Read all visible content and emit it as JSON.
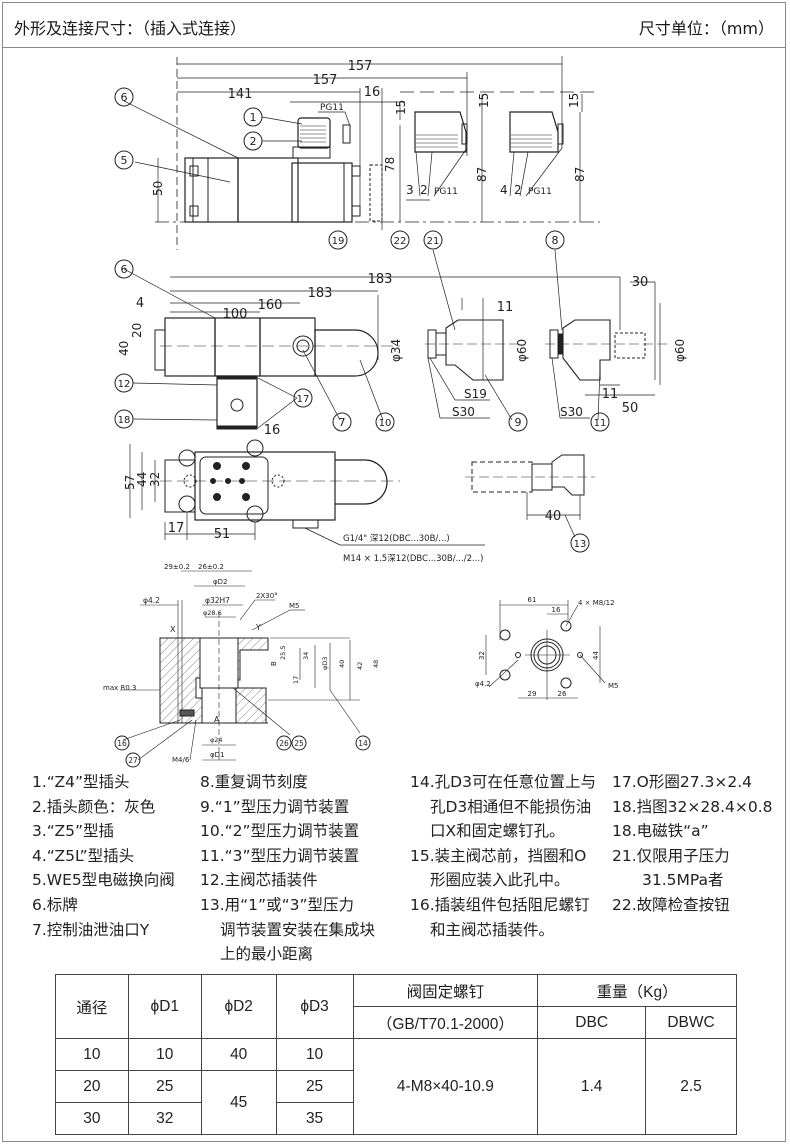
{
  "header": {
    "title": "外形及连接尺寸：（插入式连接）",
    "unit": "尺寸单位：（mm）"
  },
  "drawing": {
    "top_view": {
      "dims": [
        "157",
        "157",
        "141",
        "16",
        "15",
        "15",
        "15",
        "50",
        "78",
        "87",
        "87"
      ],
      "thread": "PG11",
      "callouts": [
        "1",
        "2",
        "5",
        "6",
        "19",
        "22",
        "21",
        "8"
      ],
      "connector_labels": [
        "3",
        "2",
        "PG11",
        "4",
        "2",
        "PG11"
      ]
    },
    "side_view": {
      "dims": [
        "183",
        "183",
        "160",
        "100",
        "4",
        "20",
        "40",
        "φ34",
        "11",
        "φ60",
        "30",
        "φ60",
        "11",
        "50",
        "16",
        "S19",
        "S30",
        "S30"
      ],
      "callouts": [
        "6",
        "12",
        "18",
        "17",
        "7",
        "10",
        "9",
        "11"
      ]
    },
    "plan_view": {
      "dims": [
        "57",
        "44",
        "32",
        "17",
        "51",
        "40"
      ],
      "port_note_1": "G1/4\" 深12(DBC...30B/...)",
      "port_note_2": "M14 × 1.5深12(DBC...30B/.../2...)",
      "callouts": [
        "13"
      ]
    },
    "section_view": {
      "dims": [
        "29±0.2",
        "26±0.2",
        "φD2",
        "φ4.2",
        "φ32H7",
        "φ28.6",
        "2X30°",
        "M5",
        "25.5",
        "34",
        "φD3",
        "40",
        "42",
        "48",
        "17",
        "max R0.3",
        "φ24",
        "φD1",
        "M4/6",
        "X",
        "Y",
        "A",
        "B"
      ],
      "callouts": [
        "16",
        "27",
        "26",
        "25",
        "14"
      ]
    },
    "mount_view": {
      "dims": [
        "61",
        "16",
        "4 × M8/12",
        "32",
        "44",
        "φ4.2",
        "29",
        "26",
        "M5"
      ]
    }
  },
  "notes": {
    "col1": [
      "1.“Z4”型插头",
      "2.插头颜色：灰色",
      "3.“Z5”型插",
      "4.“Z5L”型插头",
      "5.WE5型电磁换向阀",
      "6.标牌",
      "7.控制油泄油口Y"
    ],
    "col2": [
      "8.重复调节刻度",
      "9.“1”型压力调节装置",
      "10.“2”型压力调节装置",
      "11.“3”型压力调节装置",
      "12.主阀芯插装件",
      "13.用“1”或“3”型压力",
      "调节装置安装在集成块",
      "上的最小距离"
    ],
    "col3": [
      "14.孔D3可在任意位置上与",
      "孔D3相通但不能损伤油",
      "口X和固定螺钉孔。",
      "15.装主阀芯前，挡圈和O",
      "形圈应装入此孔中。",
      "16.插装组件包括阻尼螺钉",
      "和主阀芯插装件。"
    ],
    "col4": [
      "17.O形圈27.3×2.4",
      "18.挡图32×28.4×0.8",
      "18.电磁铁“a”",
      "21.仅限用子压力",
      "31.5MPa者",
      "22.故障检查按钮"
    ]
  },
  "table": {
    "headers": {
      "bore": "通径",
      "d1": "ϕD1",
      "d2": "ϕD2",
      "d3": "ϕD3",
      "screw": "阀固定螺钉",
      "screw_std": "（GB/T70.1-2000）",
      "weight": "重量（Kg）",
      "dbc": "DBC",
      "dbwc": "DBWC"
    },
    "rows": [
      {
        "bore": "10",
        "d1": "10",
        "d3": "10"
      },
      {
        "bore": "20",
        "d1": "25",
        "d3": "25"
      },
      {
        "bore": "30",
        "d1": "32",
        "d3": "35"
      }
    ],
    "d2_values": [
      "40",
      "45"
    ],
    "screw_value": "4-M8×40-10.9",
    "weight_dbc": "1.4",
    "weight_dbwc": "2.5"
  }
}
